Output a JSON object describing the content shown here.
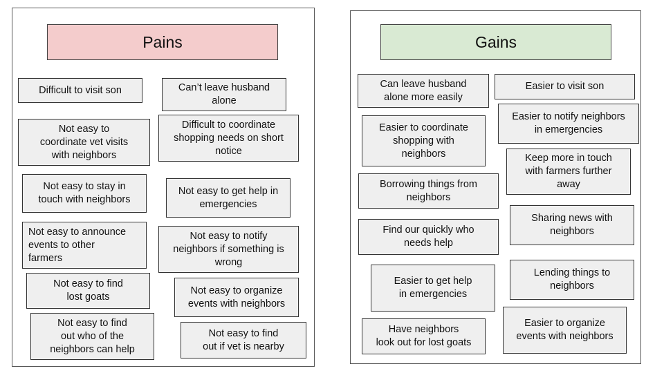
{
  "pains": {
    "title": "Pains",
    "color": "#f4cccc",
    "notes": [
      "Difficult to visit son",
      "Can’t leave husband\nalone",
      "Not easy to\ncoordinate vet visits\nwith neighbors",
      "Difficult to coordinate\nshopping needs on short\nnotice",
      "Not easy to stay in\ntouch with neighbors",
      "Not easy to get help in\nemergencies",
      "Not easy to announce\nevents to other\nfarmers",
      "Not easy to notify\nneighbors if something is\nwrong",
      "Not easy to find\nlost goats",
      "Not easy to organize\nevents with neighbors",
      "Not easy to find\nout who of the\nneighbors can help",
      "Not easy to find\nout if vet is nearby"
    ]
  },
  "gains": {
    "title": "Gains",
    "color": "#d9ead3",
    "notes": [
      "Can leave husband\nalone more easily",
      "Easier to visit son",
      "Easier to notify neighbors\nin emergencies",
      "Easier to coordinate\nshopping with\nneighbors",
      "Keep more in touch\nwith farmers further\naway",
      "Borrowing things from\nneighbors",
      "Sharing news with\nneighbors",
      "Find our quickly who\nneeds help",
      "Easier to get help\nin emergencies",
      "Lending things to\nneighbors",
      "Easier to organize\nevents with neighbors",
      "Have neighbors\nlook out for lost goats"
    ]
  }
}
